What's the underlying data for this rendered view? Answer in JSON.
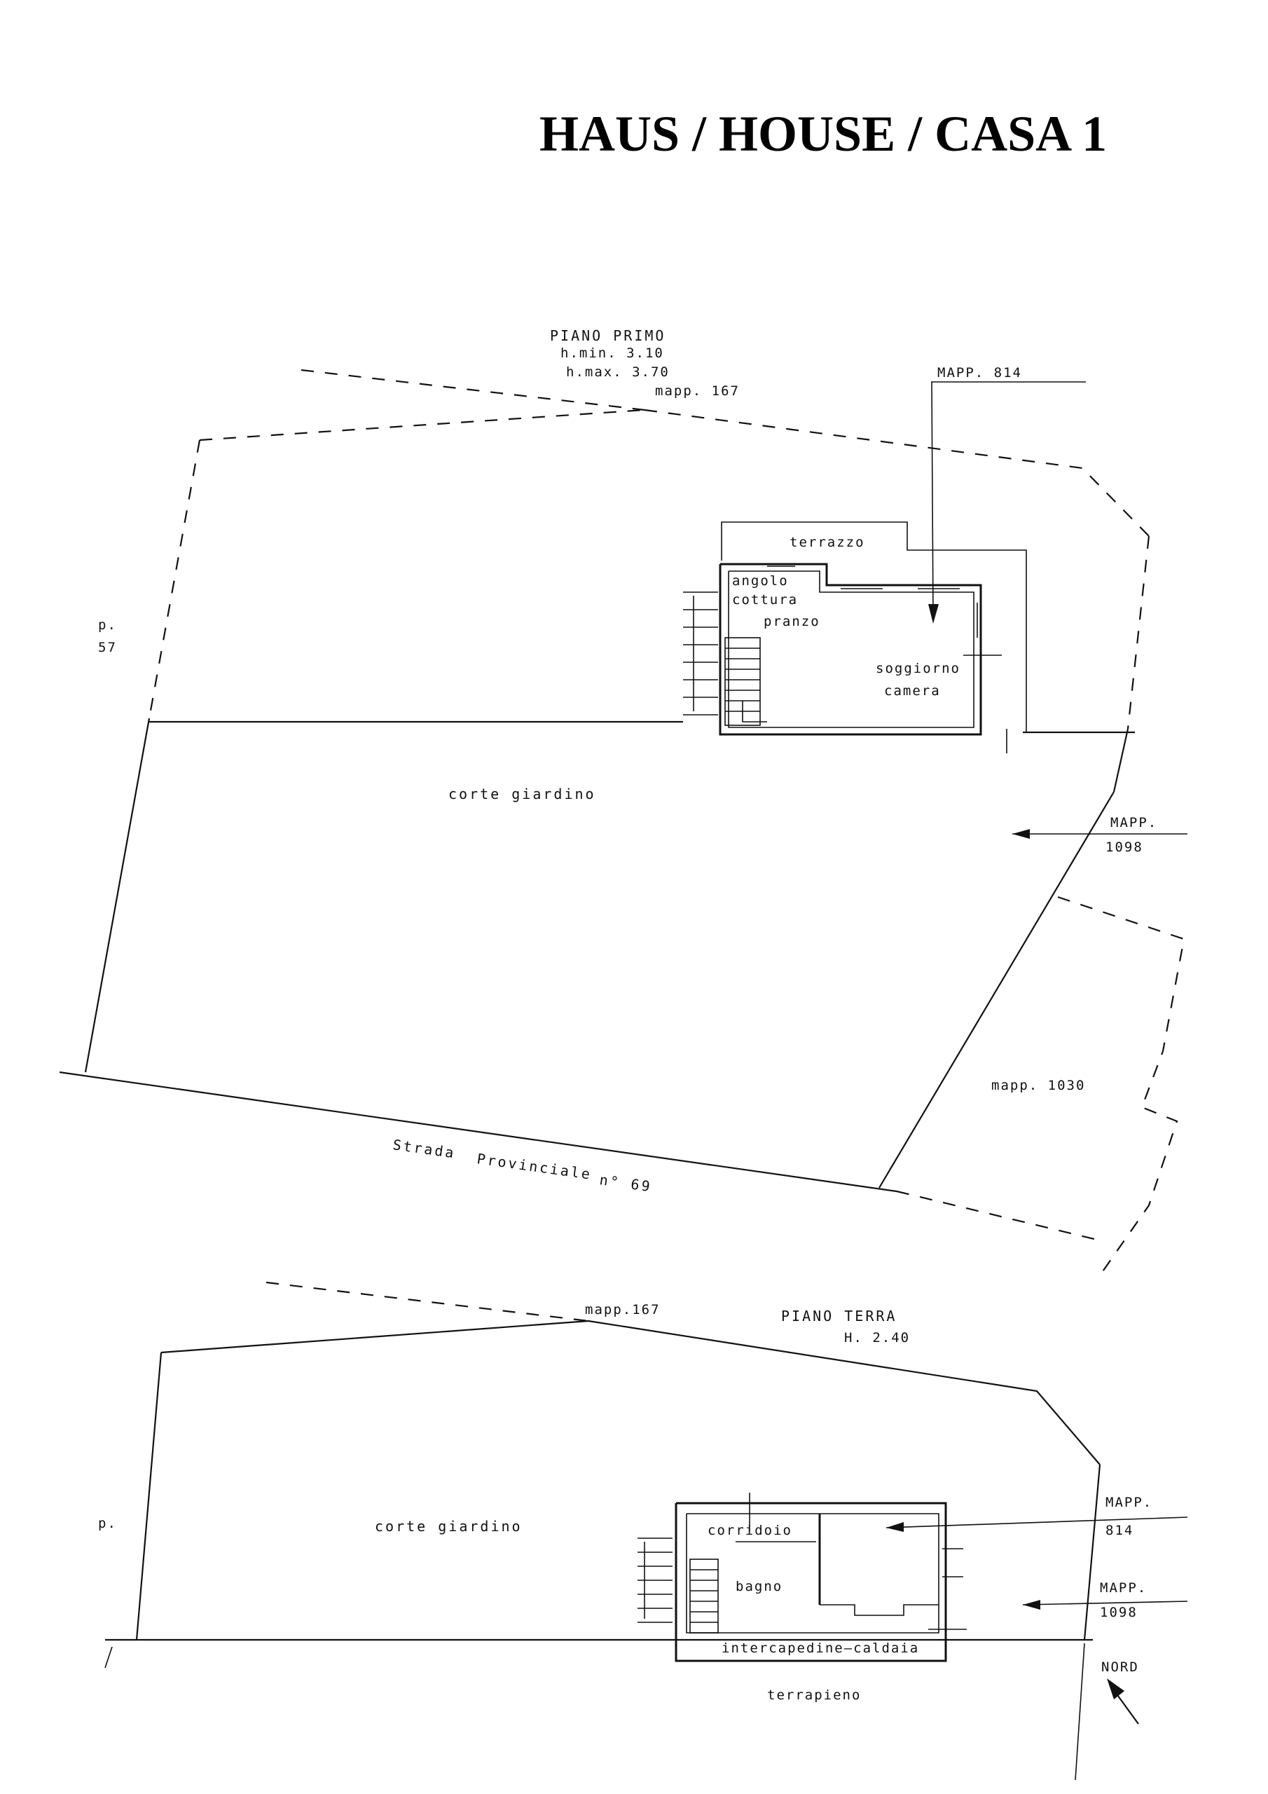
{
  "title": "HAUS / HOUSE / CASA 1",
  "upper_plan": {
    "floor_name": "PIANO PRIMO",
    "h_min": "h.min. 3.10",
    "h_max": "h.max. 3.70",
    "mapp_167": "mapp. 167",
    "mapp_814": "MAPP. 814",
    "terrazzo": "terrazzo",
    "angolo": "angolo",
    "cottura": "cottura",
    "pranzo": "pranzo",
    "soggiorno": "soggiorno",
    "camera": "camera",
    "corte_giardino": "corte giardino",
    "mapp_1098_label": "MAPP.",
    "mapp_1098_num": "1098",
    "mapp_1030": "mapp. 1030",
    "strada_1": "Strada",
    "strada_2": "Provinciale",
    "strada_3": "n° 69",
    "edge_left_1": "p.",
    "edge_left_2": "57"
  },
  "lower_plan": {
    "mapp_167": "mapp.167",
    "floor_name": "PIANO TERRA",
    "height": "H. 2.40",
    "corte_giardino": "corte giardino",
    "corridoio": "corridoio",
    "bagno": "bagno",
    "intercapedine": "intercapedine–caldaia",
    "terrapieno": "terrapieno",
    "mapp_814_label": "MAPP.",
    "mapp_814_num": "814",
    "mapp_1098_label": "MAPP.",
    "mapp_1098_num": "1098",
    "nord": "NORD",
    "edge_left": "p."
  }
}
